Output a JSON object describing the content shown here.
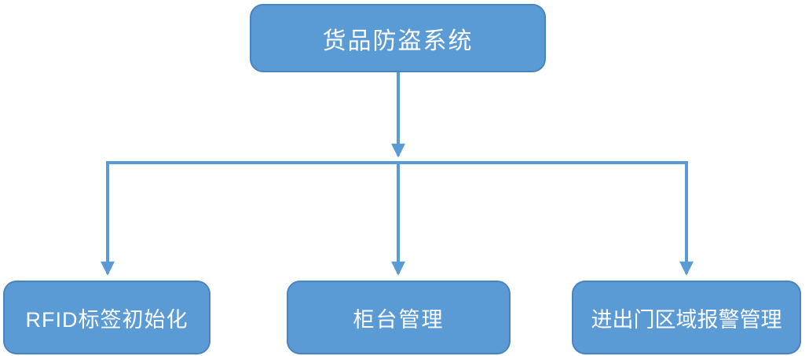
{
  "diagram": {
    "type": "org-flowchart",
    "root": {
      "id": "anti-theft-system",
      "label": "货品防盗系统"
    },
    "children": [
      {
        "id": "rfid-tag-initialization",
        "label": "RFID标签初始化"
      },
      {
        "id": "counter-management",
        "label": "柜台管理"
      },
      {
        "id": "entry-exit-area-alarm-management",
        "label": "进出门区域报警管理"
      }
    ],
    "connections": [
      {
        "from": "anti-theft-system",
        "to": "rfid-tag-initialization",
        "style": "arrow"
      },
      {
        "from": "anti-theft-system",
        "to": "counter-management",
        "style": "arrow"
      },
      {
        "from": "anti-theft-system",
        "to": "entry-exit-area-alarm-management",
        "style": "arrow"
      }
    ],
    "colors": {
      "node_fill": "#5B9BD5",
      "node_border": "#4A84BE",
      "connector": "#5B9BD5",
      "text": "#FFFFFF",
      "background": "#FFFFFF"
    }
  }
}
